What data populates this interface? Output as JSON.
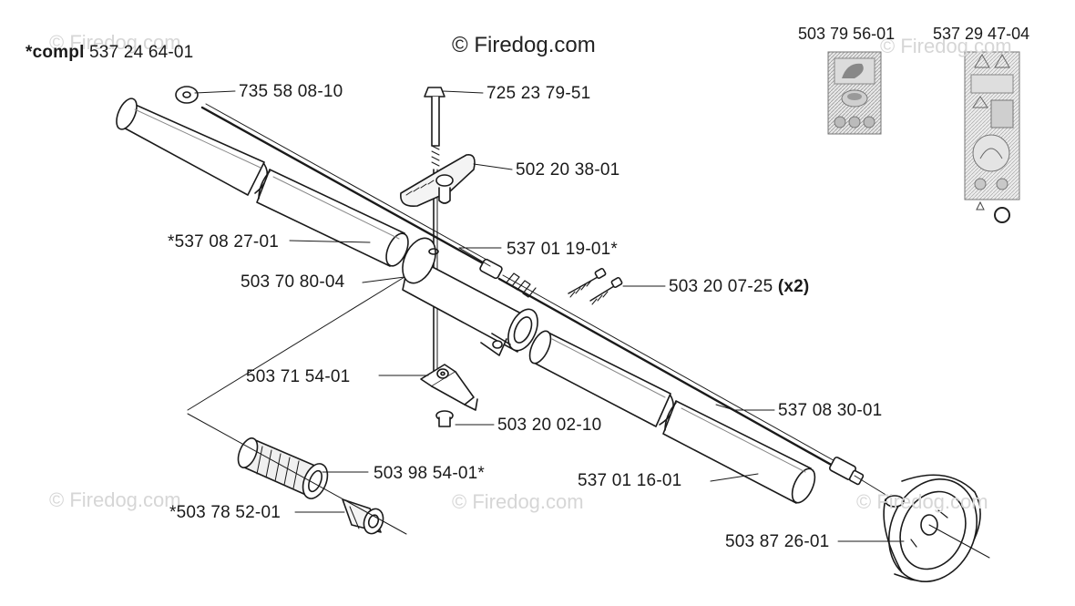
{
  "credit": "© Firedog.com",
  "watermarks": [
    "© Firedog.com",
    "© Firedog.com",
    "© Firedog.com",
    "© Firedog.com",
    "© Firedog.com"
  ],
  "compl": {
    "prefix": "*compl",
    "part": "537 24 64-01"
  },
  "decals": [
    {
      "part": "503 79 56-01",
      "icon": "decal-sticker-icon"
    },
    {
      "part": "537 29 47-04",
      "icon": "warning-decal-icon"
    }
  ],
  "parts": {
    "washer": "735 58 08-10",
    "bolt": "725 23 79-51",
    "knob": "502 20 38-01",
    "upper_tube": "*537 08 27-01",
    "bushing": "537 01 19-01*",
    "clamp": "503 70 80-04",
    "screws": "503 20 07-25",
    "screws_qty": "(x2)",
    "bracket": "503 71 54-01",
    "bracket_screw": "503 20 02-10",
    "drive_shaft": "537 08 30-01",
    "bearing": "503 98 54-01*",
    "nut": "*503 78 52-01",
    "lower_tube": "537 01 16-01",
    "clutch_drum": "503 87 26-01"
  }
}
